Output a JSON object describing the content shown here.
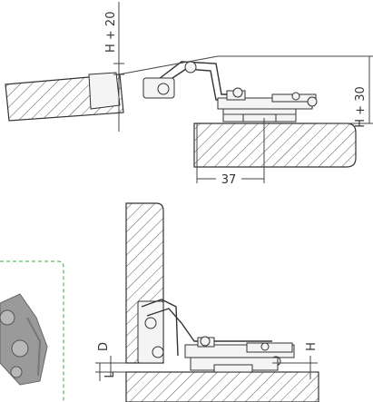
{
  "diagram": {
    "top_view": {
      "dimensions": {
        "h_plus_20": "H + 20",
        "h_plus_30": "H + 30",
        "width_37": "37"
      }
    },
    "bottom_view": {
      "dimensions": {
        "d": "D",
        "l": "L",
        "h": "H"
      }
    },
    "colors": {
      "hatch": "#555555",
      "dashed_outline": "#33aa33",
      "line": "#333333",
      "part_fill": "#f4f4f4",
      "inset_part": "#9a9a9a"
    }
  }
}
